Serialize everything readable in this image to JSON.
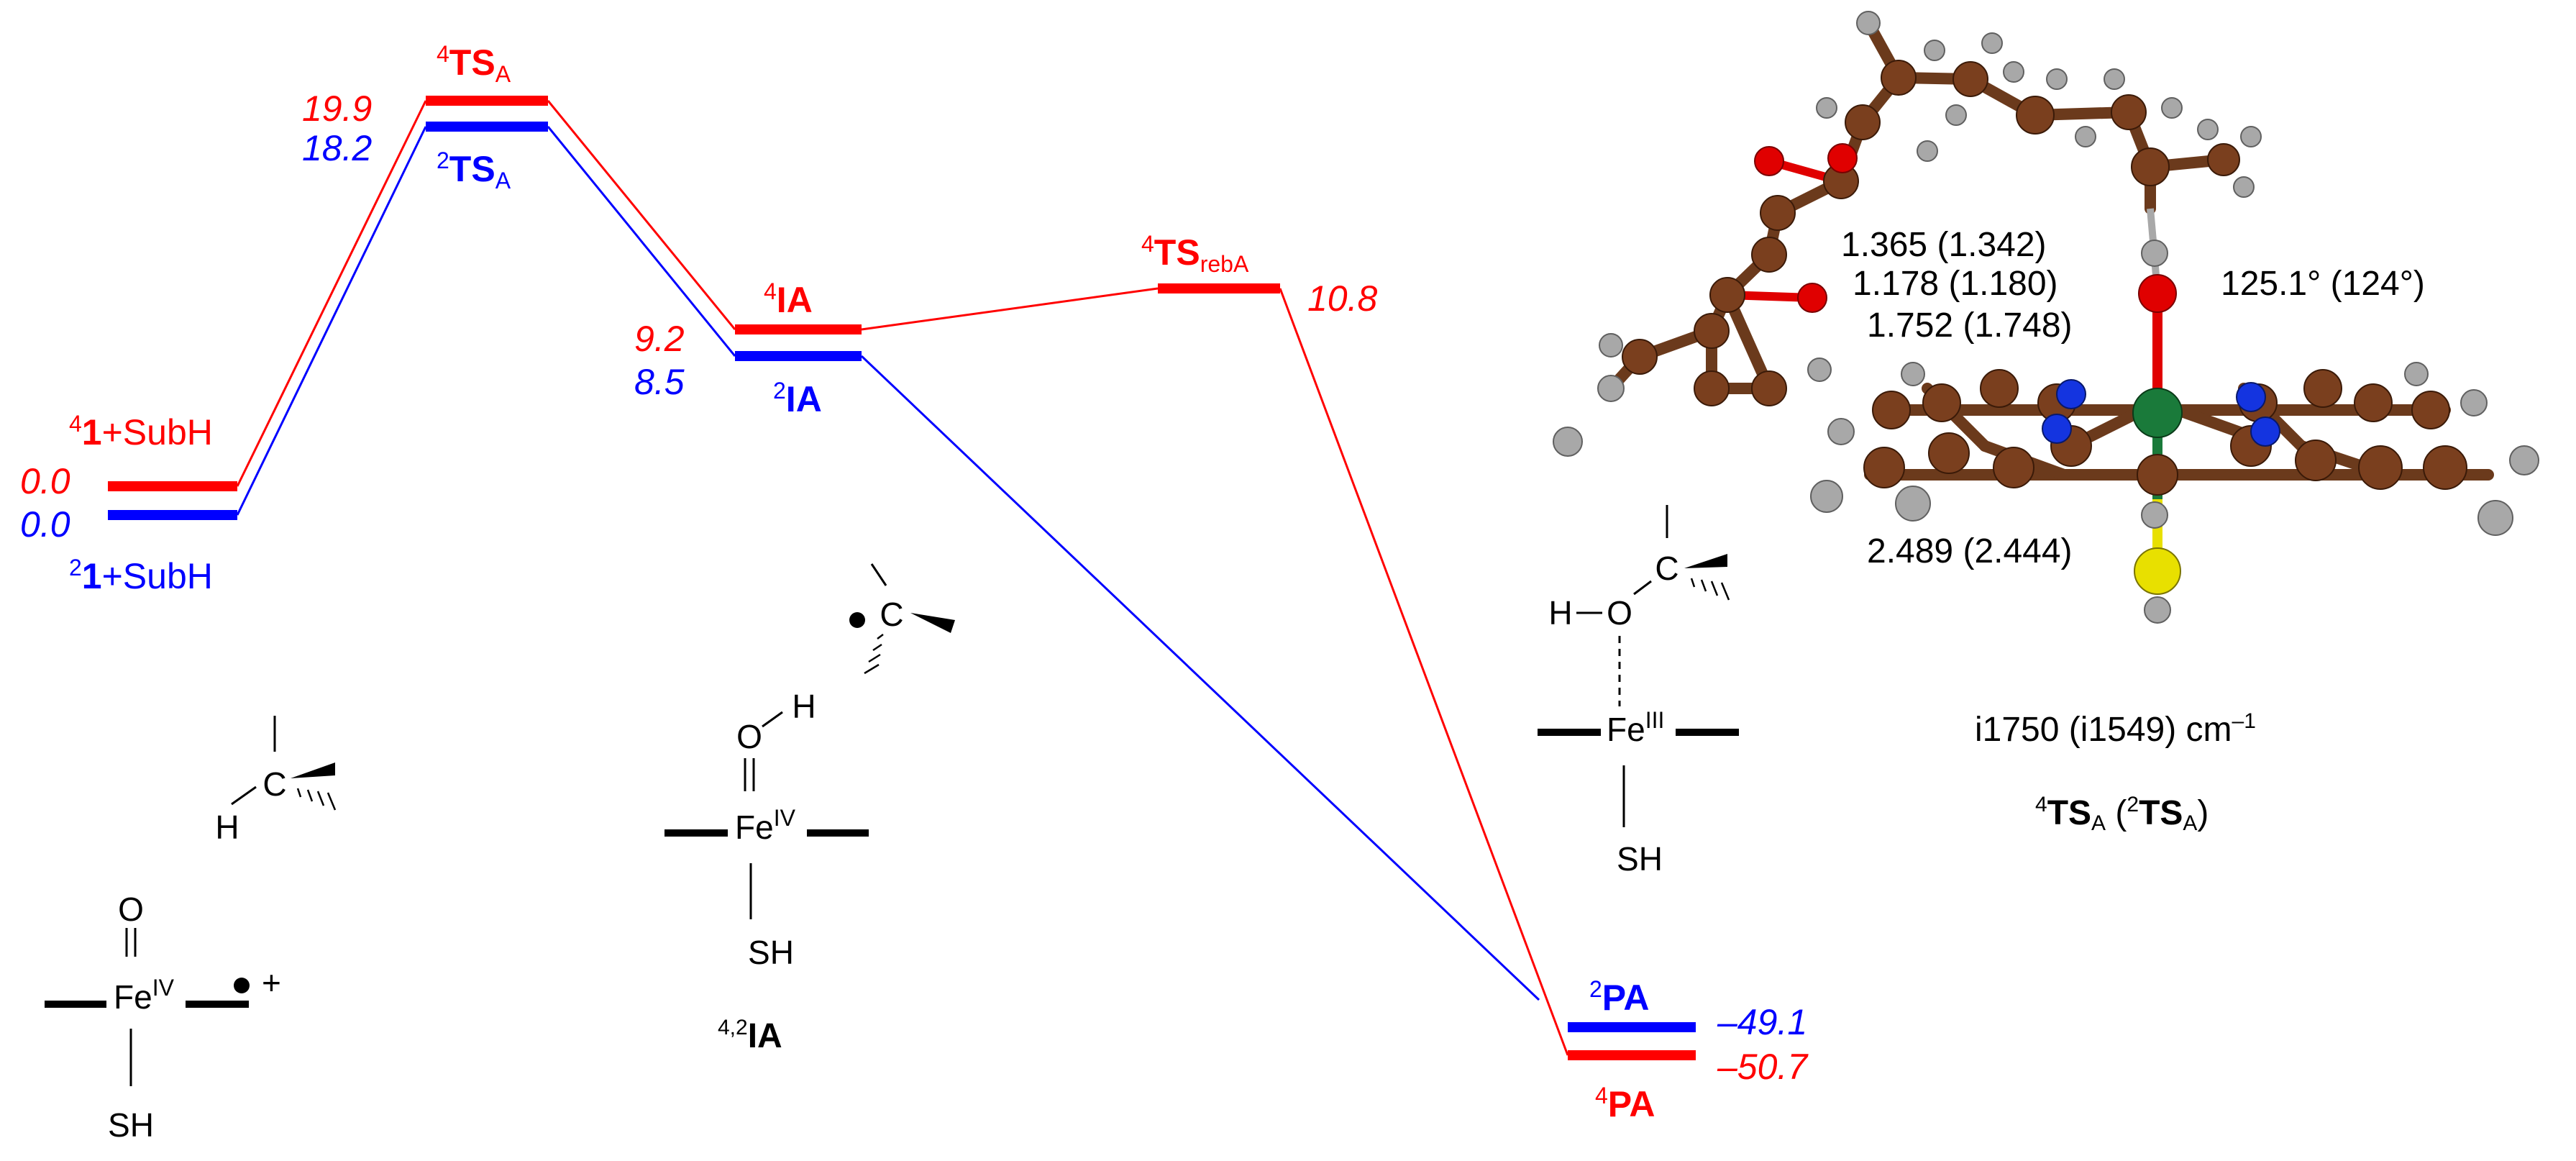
{
  "colors": {
    "quartet": "#ff0000",
    "doublet": "#0000ff",
    "text": "#000000",
    "carbon": "#7a3f1e",
    "hydrogen": "#a8a8a8",
    "oxygen": "#e00000",
    "nitrogen": "#1434e0",
    "iron": "#1a7a3a",
    "sulfur": "#e8e000"
  },
  "states": {
    "reactant": {
      "quartet": {
        "sup": "4",
        "bold": "1",
        "rest": "+SubH",
        "energy": "0.0"
      },
      "doublet": {
        "sup": "2",
        "bold": "1",
        "rest": "+SubH",
        "energy": "0.0"
      }
    },
    "ts_a": {
      "quartet": {
        "sup": "4",
        "bold": "TS",
        "sub": "A",
        "energy": "19.9"
      },
      "doublet": {
        "sup": "2",
        "bold": "TS",
        "sub": "A",
        "energy": "18.2"
      }
    },
    "ia": {
      "quartet": {
        "sup": "4",
        "bold": "IA",
        "energy": "9.2"
      },
      "doublet": {
        "sup": "2",
        "bold": "IA",
        "energy": "8.5"
      }
    },
    "ts_reba": {
      "quartet": {
        "sup": "4",
        "bold": "TS",
        "sub": "rebA",
        "energy": "10.8"
      }
    },
    "pa": {
      "quartet": {
        "sup": "4",
        "bold": "PA",
        "energy": "–50.7"
      },
      "doublet": {
        "sup": "2",
        "bold": "PA",
        "energy": "–49.1"
      }
    }
  },
  "structures": {
    "compound1": {
      "oxo": "O",
      "fe": "Fe",
      "fe_ox": "IV",
      "thiolate": "SH",
      "radical_cation": "+",
      "substrate_h": "H",
      "substrate_c": "C"
    },
    "ia": {
      "o": "O",
      "h": "H",
      "fe": "Fe",
      "fe_ox": "IV",
      "thiolate": "SH",
      "radical_c": "C",
      "caption_sup": "4,2",
      "caption_bold": "IA"
    },
    "ts_reb": {
      "h": "H",
      "o": "O",
      "c": "C",
      "fe": "Fe",
      "fe_ox": "III",
      "thiolate": "SH"
    }
  },
  "geometry": {
    "d1": "1.365 (1.342)",
    "d2": "1.178 (1.180)",
    "d3": "1.752 (1.748)",
    "angle": "125.1° (124°)",
    "d_fe_s": "2.489 (2.444)",
    "frequency": "i1750 (i1549) cm",
    "frequency_sup": "–1",
    "caption": {
      "sup1": "4",
      "bold1": "TS",
      "sub1": "A",
      "open": " (",
      "sup2": "2",
      "bold2": "TS",
      "sub2": "A",
      "close": ")"
    }
  }
}
